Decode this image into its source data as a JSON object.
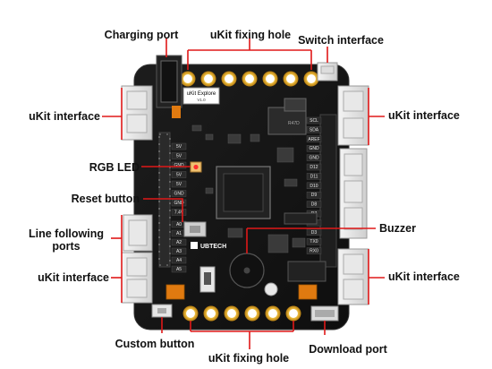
{
  "board": {
    "chip_text": "uKit Explore",
    "chip_sub": "V1.0",
    "brand": "UBTECH",
    "pin_labels_left": [
      "5V",
      "5V",
      "GND",
      "5V",
      "5V",
      "GND",
      "GND",
      "7.4V"
    ],
    "pin_labels_left2": [
      "A0",
      "A1",
      "A2",
      "A3",
      "A4",
      "A5"
    ],
    "pin_labels_right": [
      "SCL",
      "SDA",
      "AREF",
      "GND",
      "GND",
      "D12",
      "D11",
      "D10",
      "D9",
      "D8",
      "D7",
      "D4",
      "D3",
      "TX0",
      "RX0"
    ],
    "resistor_text": "R47D"
  },
  "labels": {
    "charging_port": "Charging port",
    "fixing_hole_top": "uKit fixing hole",
    "switch_interface": "Switch interface",
    "ukit_interface_left_top": "uKit interface",
    "ukit_interface_right_top": "uKit interface",
    "rgb_led": "RGB LED",
    "reset_button": "Reset button",
    "line_following_1": "Line following",
    "line_following_2": "ports",
    "buzzer": "Buzzer",
    "ukit_interface_left_bottom": "uKit interface",
    "ukit_interface_right_bottom": "uKit interface",
    "custom_button": "Custom button",
    "fixing_hole_bottom": "uKit fixing hole",
    "download_port": "Download port"
  },
  "colors": {
    "pcb": "#161616",
    "red_line": "#e01818",
    "header_pin": "#d8d8d8",
    "gold_hole": "#d9a21c",
    "orange": "#e07a10"
  }
}
